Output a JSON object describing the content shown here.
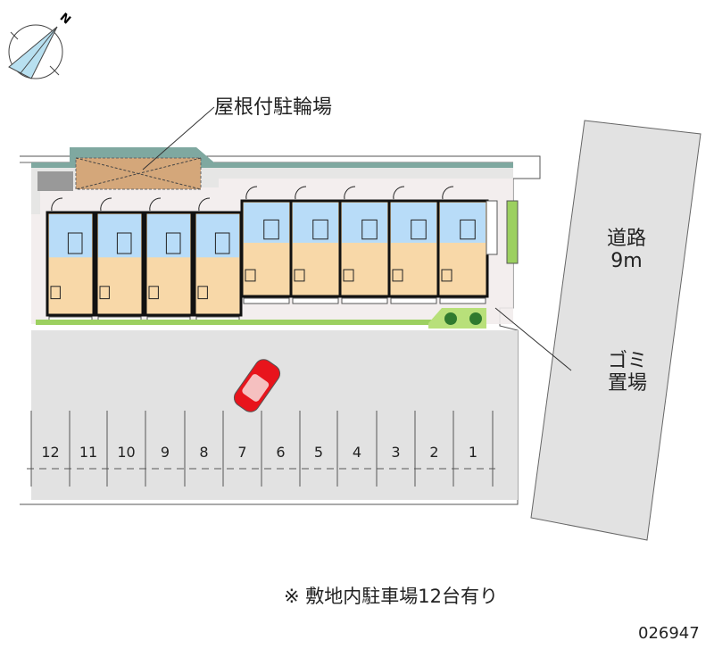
{
  "compass": {
    "north_label": "N"
  },
  "labels": {
    "bike_parking": "屋根付駐輪場",
    "road_line1": "道路",
    "road_line2": "9m",
    "trash_line1": "ゴミ",
    "trash_line2": "置場"
  },
  "parking": {
    "spaces": [
      "12",
      "11",
      "10",
      "9",
      "8",
      "7",
      "6",
      "5",
      "4",
      "3",
      "2",
      "1"
    ]
  },
  "footnote": "※ 敷地内駐車場12台有り",
  "property_id": "026947",
  "colors": {
    "parking": "#e2e2e2",
    "room": "#f8d8a8",
    "wet_area": "#b8dcf8",
    "road": "#e2e2e2",
    "car": "#e8141c",
    "bike_roof": "#d4a77a",
    "landscape": "#7fa8a0"
  }
}
